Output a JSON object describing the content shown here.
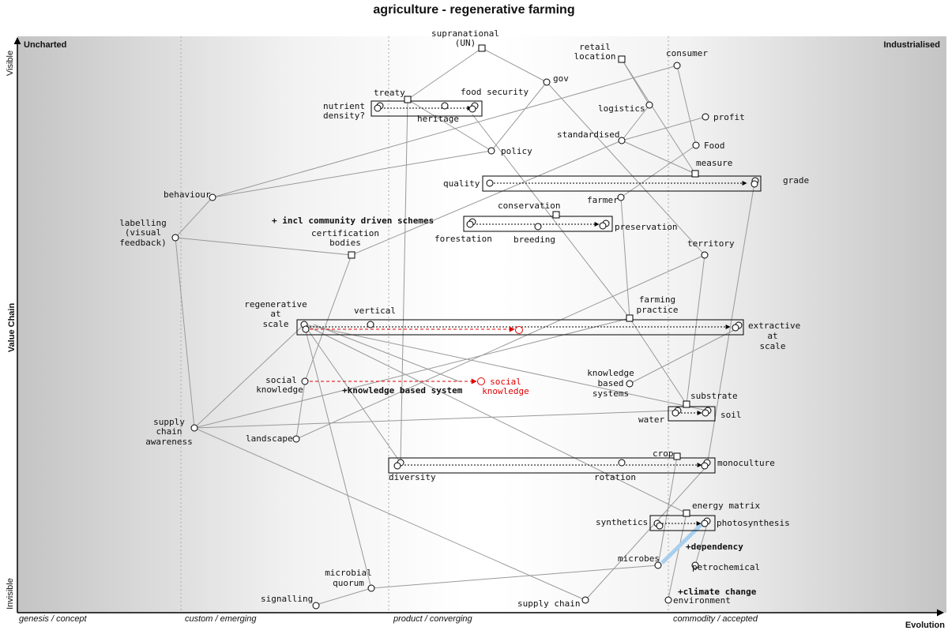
{
  "title": "agriculture - regenerative farming",
  "axes": {
    "y_label": "Value Chain",
    "y_top": "Visible",
    "y_bottom": "Invisible",
    "x_label": "Evolution",
    "corner_left": "Uncharted",
    "corner_right": "Industrialised"
  },
  "stages": [
    "genesis / concept",
    "custom / emerging",
    "product / converging",
    "commodity / accepted"
  ],
  "components": {
    "supranational": "supranational",
    "supranational2": "(UN)",
    "gov": "gov",
    "retail1": "retail",
    "retail2": "location",
    "consumer": "consumer",
    "treaty": "treaty",
    "food_security": "food security",
    "nutrient1": "nutrient",
    "nutrient2": "density?",
    "heritage": "heritage",
    "logistics": "logistics",
    "profit": "profit",
    "standardised": "standardised",
    "food": "Food",
    "policy": "policy",
    "measure": "measure",
    "quality": "quality",
    "grade": "grade",
    "behaviour": "behaviour",
    "farmer": "farmer",
    "conservation": "conservation",
    "labelling1": "labelling",
    "labelling2": "(visual",
    "labelling3": "feedback)",
    "incl_note": "+ incl community driven schemes",
    "cert1": "certification",
    "cert2": "bodies",
    "forestation": "forestation",
    "breeding": "breeding",
    "preservation": "preservation",
    "territory": "territory",
    "regen1": "regenerative",
    "regen2": "at",
    "regen3": "scale",
    "vertical": "vertical",
    "farming1": "farming",
    "farming2": "practice",
    "extractive1": "extractive",
    "extractive2": "at",
    "extractive3": "scale",
    "social1": "social",
    "social2": "knowledge",
    "social_red1": "social",
    "social_red2": "knowledge",
    "kbs_note": "+knowledge based system",
    "kbs1": "knowledge",
    "kbs2": "based",
    "kbs3": "systems",
    "substrate": "substrate",
    "water": "water",
    "soil": "soil",
    "sca1": "supply",
    "sca2": "chain",
    "sca3": "awareness",
    "landscape": "landscape",
    "crop": "crop",
    "monoculture": "monoculture",
    "diversity": "diversity",
    "rotation": "rotation",
    "energy_matrix": "energy matrix",
    "synthetics": "synthetics",
    "photosynthesis": "photosynthesis",
    "dependency": "+dependency",
    "microbes": "microbes",
    "petrochemical": "petrochemical",
    "microbial1": "microbial",
    "microbial2": "quorum",
    "climate": "+climate change",
    "signalling": "signalling",
    "supply_chain": "supply chain",
    "environment": "environment"
  }
}
